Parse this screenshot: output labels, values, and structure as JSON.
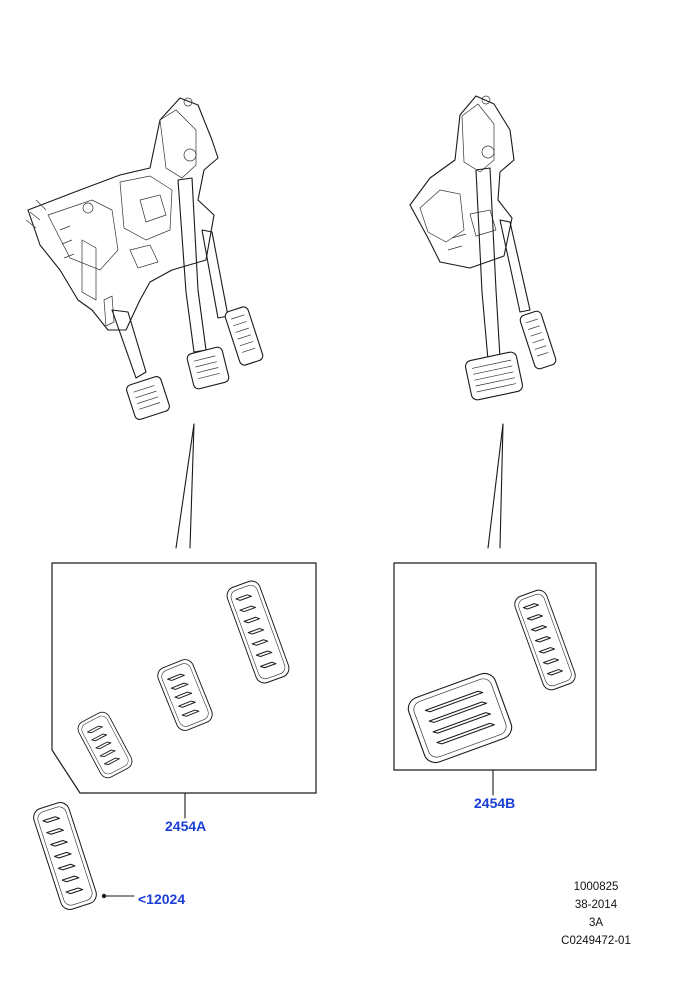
{
  "callouts": {
    "kit_a": "2454A",
    "kit_b": "2454B",
    "pad_single": "<12024"
  },
  "info_block": {
    "line1": "1000825",
    "line2": "38-2014",
    "line3": "3A",
    "line4": "C0249472-01"
  },
  "colors": {
    "callout_text": "#1a3fd6",
    "line_art": "#1a1a1a"
  }
}
